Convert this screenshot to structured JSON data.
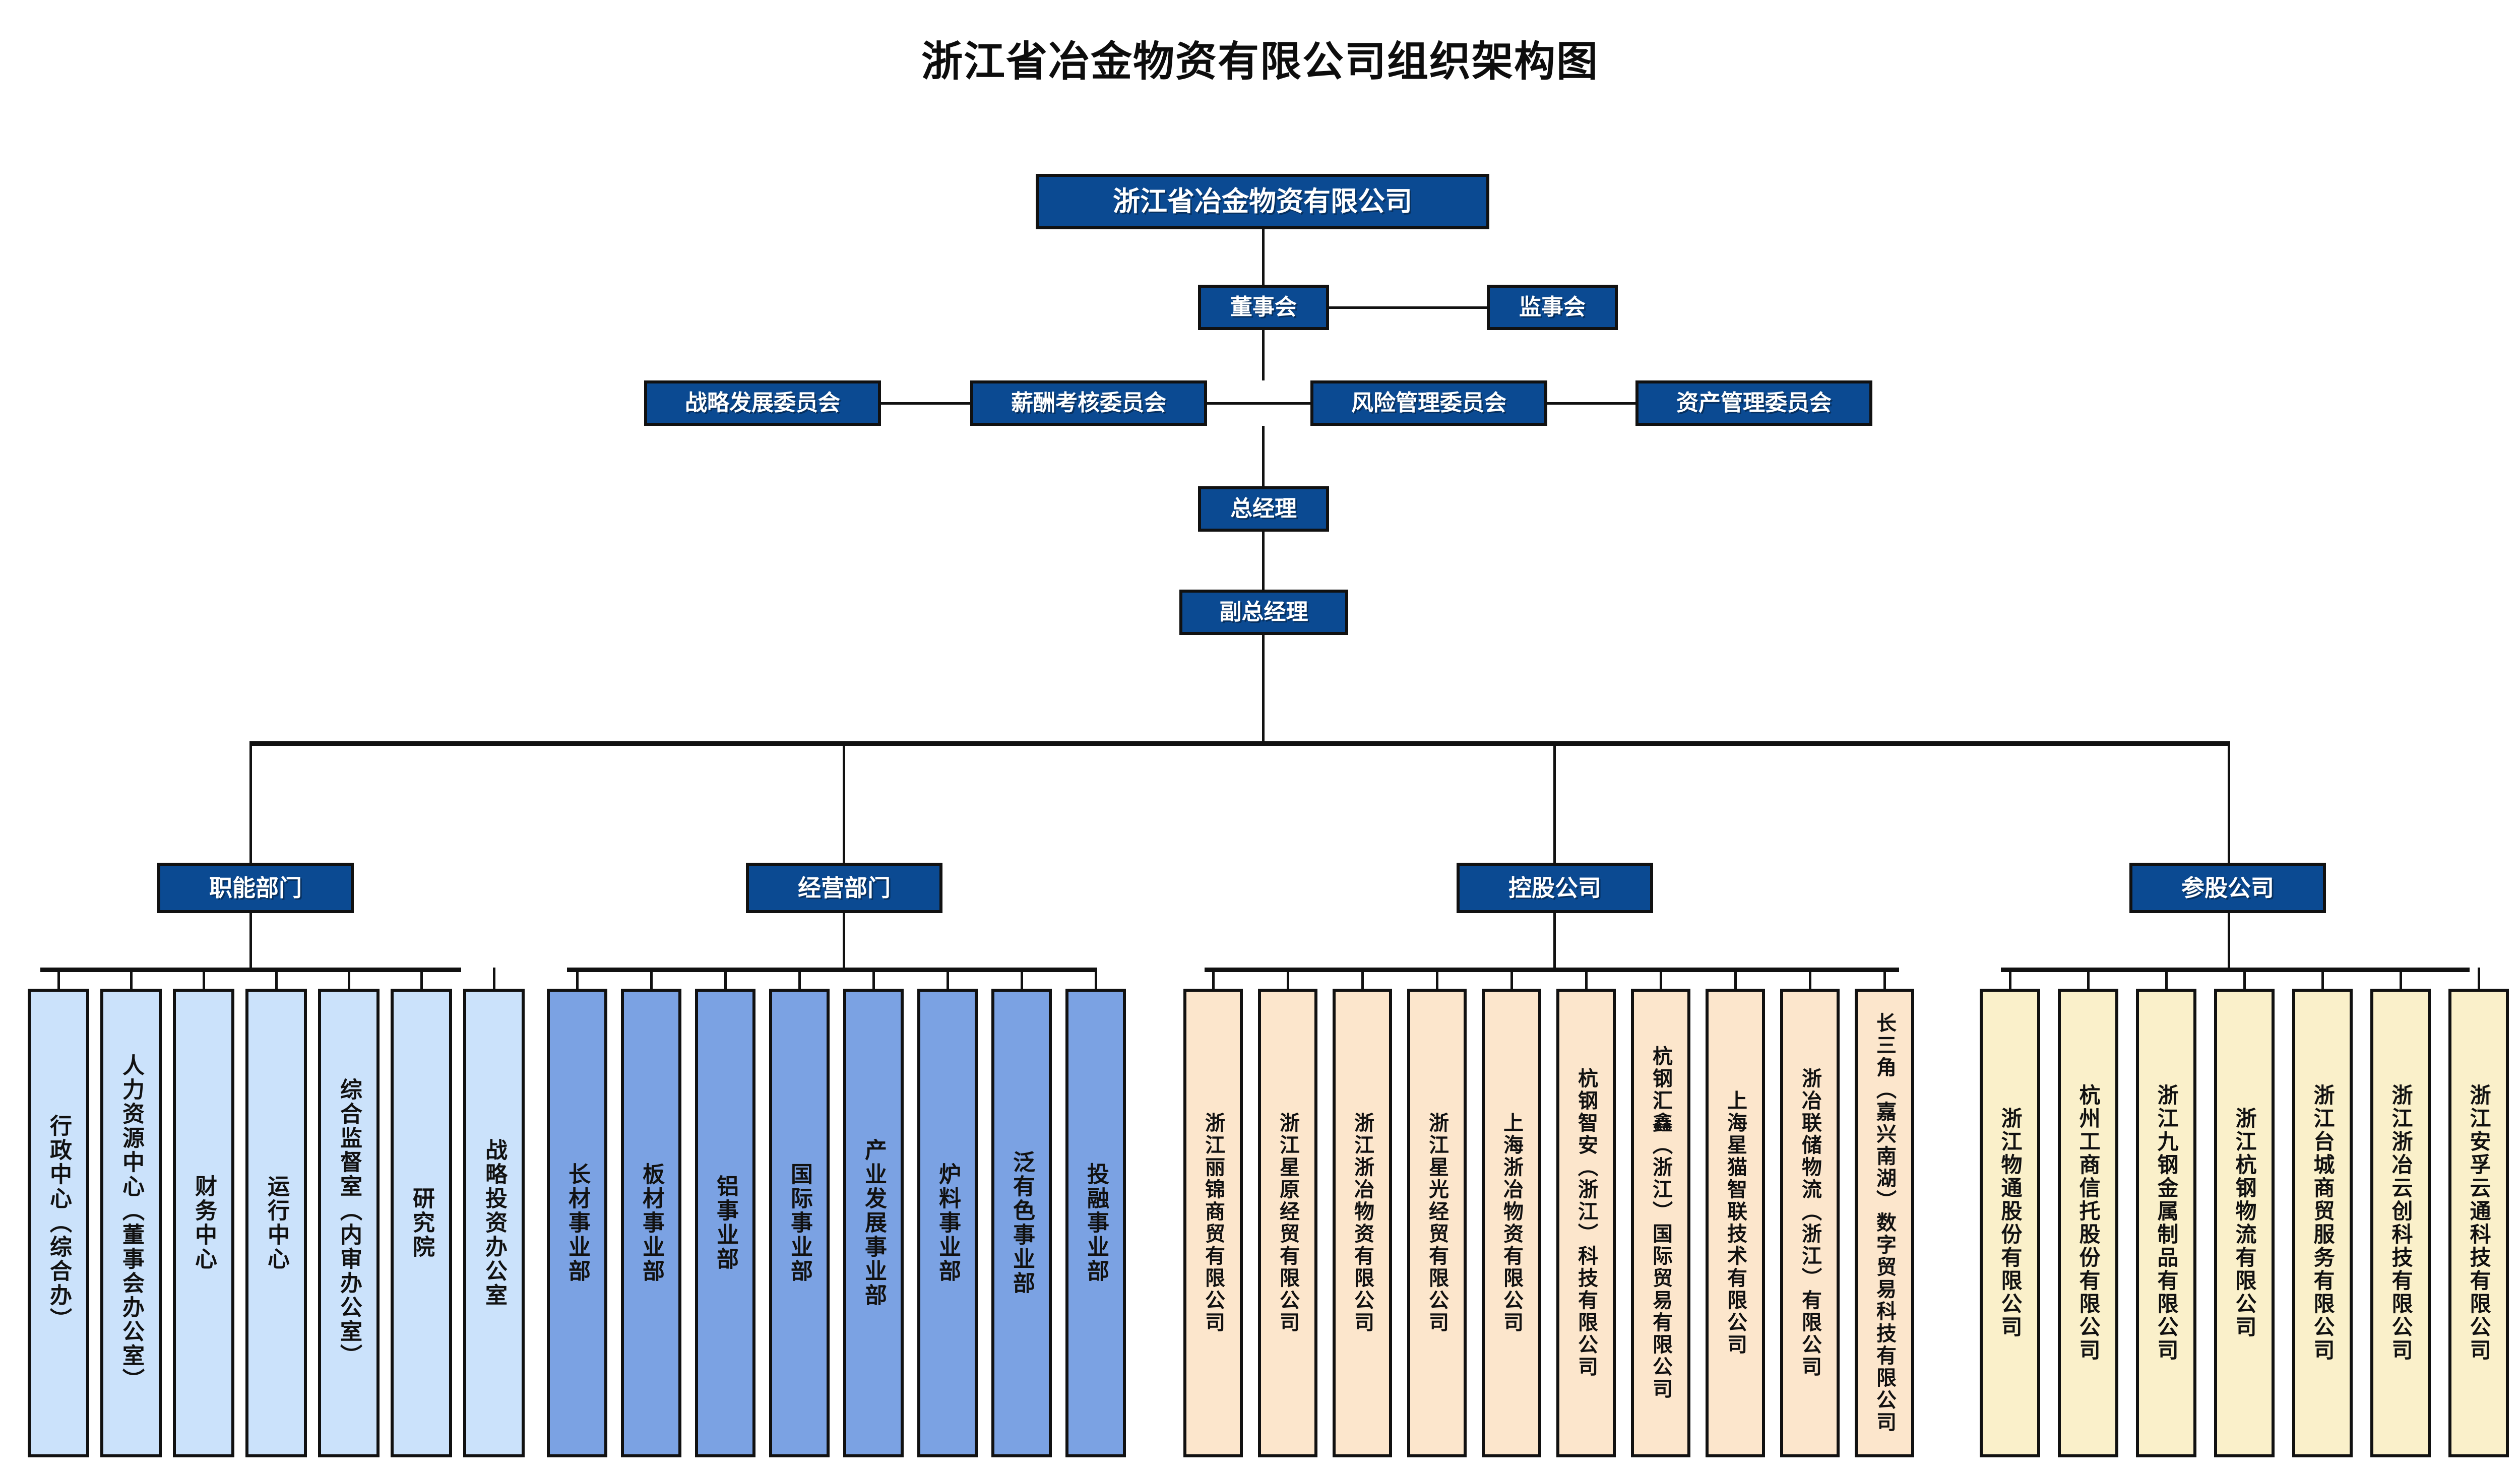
{
  "title": "浙江省冶金物资有限公司组织架构图",
  "colors": {
    "dark_blue": "#0B4A92",
    "light_blue": "#CBE2FB",
    "medium_blue": "#7BA2E3",
    "peach": "#FCE6CC",
    "cream": "#FAF0CA",
    "line": "#111111",
    "text_dark": "#111111",
    "text_light": "#FFFFFF"
  },
  "top": {
    "company": "浙江省冶金物资有限公司",
    "board": "董事会",
    "supervisors": "监事会",
    "general_manager": "总经理",
    "deputy_general_manager": "副总经理"
  },
  "committees": [
    "战略发展委员会",
    "薪酬考核委员会",
    "风险管理委员会",
    "资产管理委员会"
  ],
  "groups": [
    {
      "header": "职能部门"
    },
    {
      "header": "经营部门"
    },
    {
      "header": "控股公司"
    },
    {
      "header": "参股公司"
    }
  ],
  "functional_departments": [
    "行政中心（综合办）",
    "人力资源中心（董事会办公室）",
    "财务中心",
    "运行中心",
    "综合监督室（内审办公室）",
    "研究院",
    "战略投资办公室"
  ],
  "business_departments": [
    "长材事业部",
    "板材事业部",
    "铝事业部",
    "国际事业部",
    "产业发展事业部",
    "炉料事业部",
    "泛有色事业部",
    "投融事业部"
  ],
  "holding_companies": [
    "浙江丽锦商贸有限公司",
    "浙江星原经贸有限公司",
    "浙江浙冶物资有限公司",
    "浙江星光经贸有限公司",
    "上海浙冶物资有限公司",
    "杭钢智安（浙江）科技有限公司",
    "杭钢汇鑫（浙江）国际贸易有限公司",
    "上海星猫智联技术有限公司",
    "浙冶联储物流（浙江）有限公司",
    "长三角（嘉兴南湖）数字贸易科技有限公司"
  ],
  "participation_companies": [
    "浙江物通股份有限公司",
    "杭州工商信托股份有限公司",
    "浙江九钢金属制品有限公司",
    "浙江杭钢物流有限公司",
    "浙江台城商贸服务有限公司",
    "浙江浙冶云创科技有限公司",
    "浙江安孚云通科技有限公司"
  ]
}
